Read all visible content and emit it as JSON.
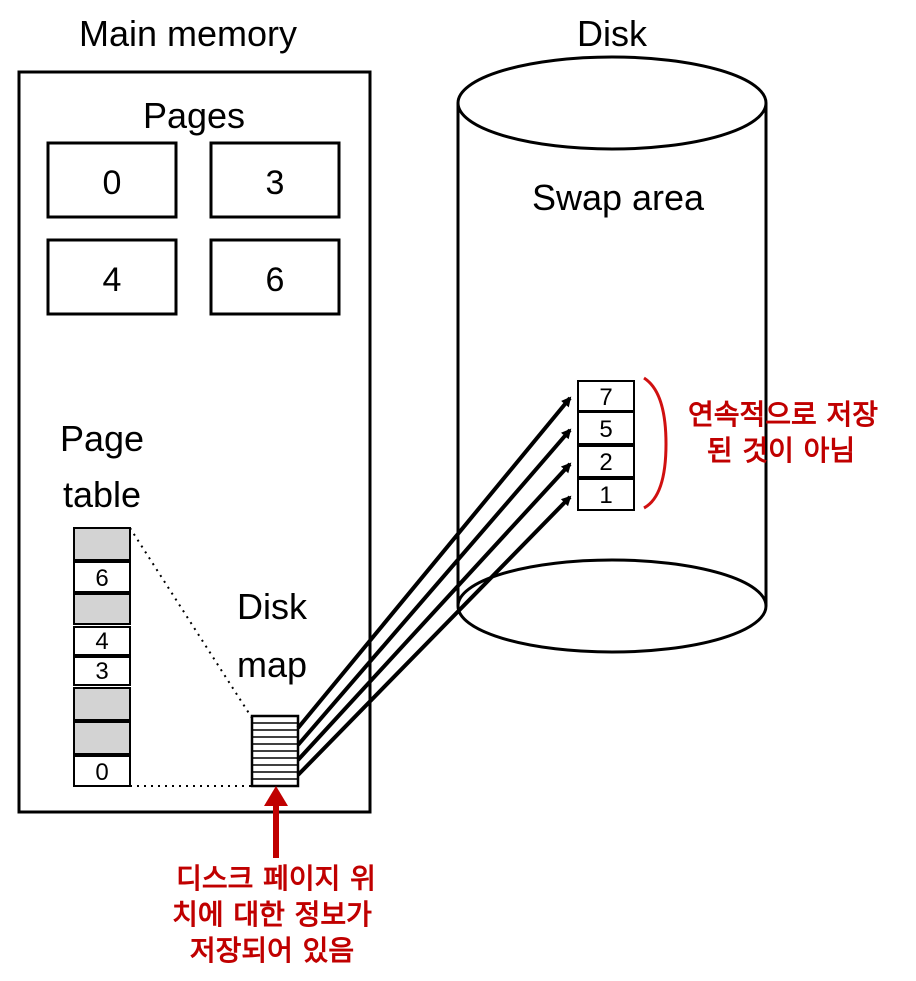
{
  "labels": {
    "main_memory": "Main memory",
    "disk": "Disk",
    "pages": "Pages",
    "swap_area": "Swap area",
    "page_table_line1": "Page",
    "page_table_line2": "table",
    "disk_map_line1": "Disk",
    "disk_map_line2": "map"
  },
  "pages": [
    "0",
    "3",
    "4",
    "6"
  ],
  "page_table": [
    "",
    "6",
    "",
    "4",
    "3",
    "",
    "",
    "0"
  ],
  "swap_slots": [
    "7",
    "5",
    "2",
    "1"
  ],
  "annotations": {
    "swap_note_line1": "연속적으로 저장",
    "swap_note_line2": "된 것이 아님",
    "map_note_line1": "디스크 페이지 위",
    "map_note_line2": "치에 대한 정보가",
    "map_note_line3": "저장되어 있음"
  },
  "colors": {
    "annotation": "#c00000",
    "empty_entry": "#d3d3d3"
  }
}
